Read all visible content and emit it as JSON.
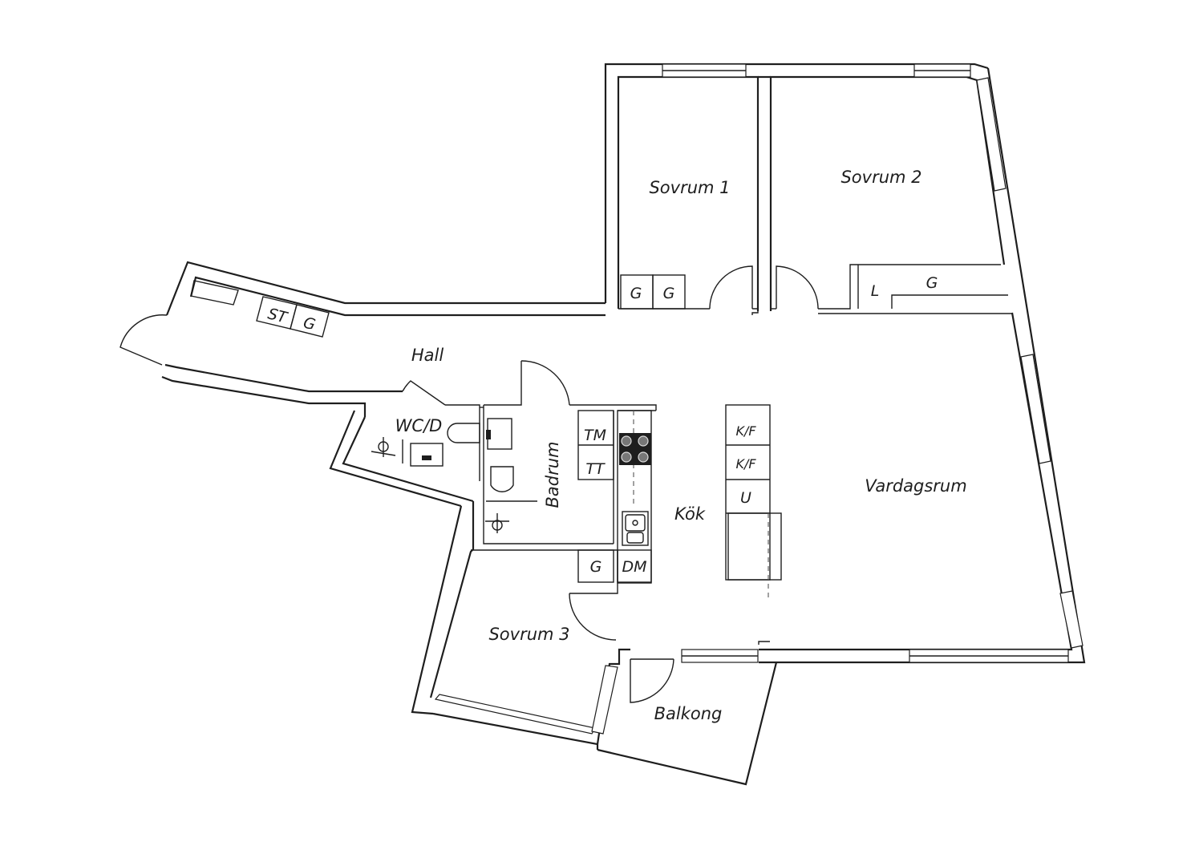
{
  "rooms": {
    "sovrum1": "Sovrum 1",
    "sovrum2": "Sovrum 2",
    "sovrum3": "Sovrum 3",
    "hall": "Hall",
    "wc": "WC/D",
    "badrum": "Badrum",
    "kok": "Kök",
    "vardagsrum": "Vardagsrum",
    "balkong": "Balkong"
  },
  "fixtures": {
    "st": "ST",
    "g_hall": "G",
    "g_sov1_a": "G",
    "g_sov1_b": "G",
    "l_sov2": "L",
    "g_sov2": "G",
    "tm": "TM",
    "tt": "TT",
    "kf1": "K/F",
    "kf2": "K/F",
    "u": "U",
    "g_kok": "G",
    "dm": "DM"
  }
}
